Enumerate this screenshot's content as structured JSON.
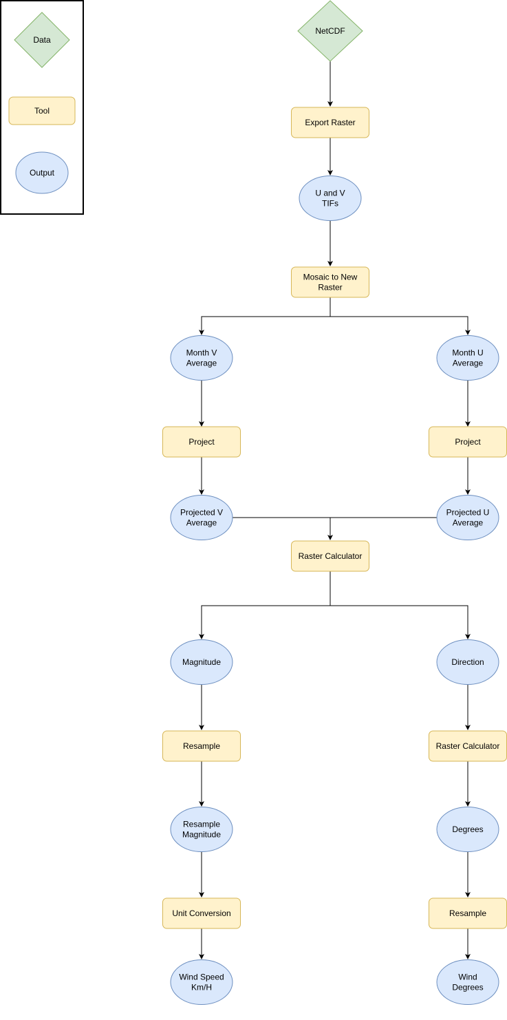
{
  "legend": {
    "data": "Data",
    "tool": "Tool",
    "output": "Output"
  },
  "nodes": {
    "netcdf": [
      "NetCDF"
    ],
    "export_raster": [
      "Export Raster"
    ],
    "uv_tifs": [
      "U and V",
      "TIFs"
    ],
    "mosaic": [
      "Mosaic to New",
      "Raster"
    ],
    "month_v": [
      "Month V",
      "Average"
    ],
    "month_u": [
      "Month U",
      "Average"
    ],
    "project_v": [
      "Project"
    ],
    "project_u": [
      "Project"
    ],
    "projected_v": [
      "Projected V",
      "Average"
    ],
    "projected_u": [
      "Projected U",
      "Average"
    ],
    "raster_calc_1": [
      "Raster Calculator"
    ],
    "magnitude": [
      "Magnitude"
    ],
    "direction": [
      "Direction"
    ],
    "resample_mag": [
      "Resample"
    ],
    "raster_calc_2": [
      "Raster Calculator"
    ],
    "resample_magnitude": [
      "Resample",
      "Magnitude"
    ],
    "degrees": [
      "Degrees"
    ],
    "unit_conversion": [
      "Unit Conversion"
    ],
    "resample_deg": [
      "Resample"
    ],
    "wind_speed": [
      "Wind Speed",
      "Km/H"
    ],
    "wind_degrees": [
      "Wind",
      "Degrees"
    ]
  },
  "colors": {
    "data_fill": "#d5e8d4",
    "data_stroke": "#82b366",
    "tool_fill": "#fff2cc",
    "tool_stroke": "#d6b656",
    "output_fill": "#dae8fc",
    "output_stroke": "#6c8ebf",
    "edge": "#000000"
  }
}
